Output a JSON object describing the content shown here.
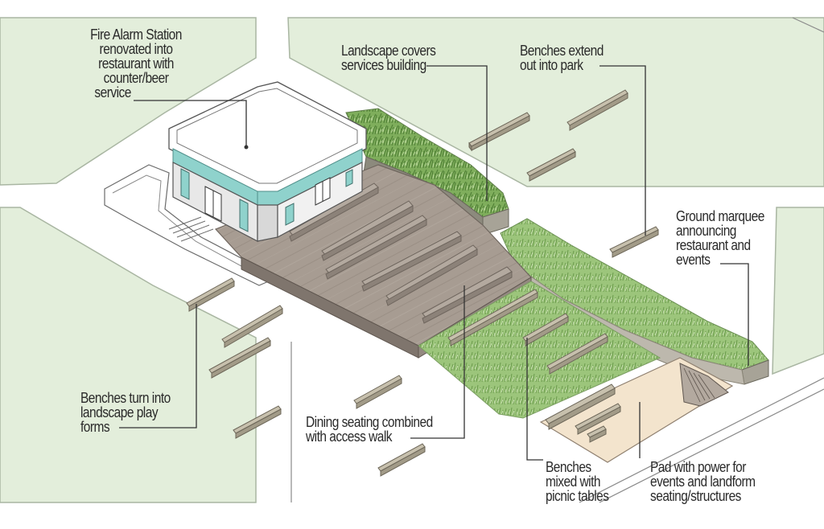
{
  "annotations": [
    {
      "id": "fire-alarm-station",
      "lines": [
        "Fire Alarm Station",
        "renovated into",
        "restaurant with",
        "counter/beer",
        "service"
      ]
    },
    {
      "id": "landscape-covers",
      "lines": [
        "Landscape covers",
        "services building"
      ]
    },
    {
      "id": "benches-extend",
      "lines": [
        "Benches extend",
        "out into park"
      ]
    },
    {
      "id": "ground-marquee",
      "lines": [
        "Ground marquee",
        "announcing",
        "restaurant and",
        "events"
      ]
    },
    {
      "id": "benches-turn",
      "lines": [
        "Benches turn into",
        "landscape play",
        "forms"
      ]
    },
    {
      "id": "dining-seating",
      "lines": [
        "Dining seating combined",
        "with access walk"
      ]
    },
    {
      "id": "benches-mixed",
      "lines": [
        "Benches",
        "mixed with",
        "picnic tables"
      ]
    },
    {
      "id": "pad-with-power",
      "lines": [
        "Pad with power for",
        "events and landform",
        "seating/structures"
      ]
    }
  ],
  "colors": {
    "park_green": "#e3eedb",
    "park_edge": "#a9b6a2",
    "grass_dark": "#5e9142",
    "grass_light": "#a8cc86",
    "deck": "#a79c92",
    "deck_dark": "#7f756d",
    "bench_top": "#c7c0ad",
    "bench_side": "#8f8878",
    "teal_band": "#8fd2cc",
    "pad": "#f3e4cd",
    "leader": "#333333"
  }
}
